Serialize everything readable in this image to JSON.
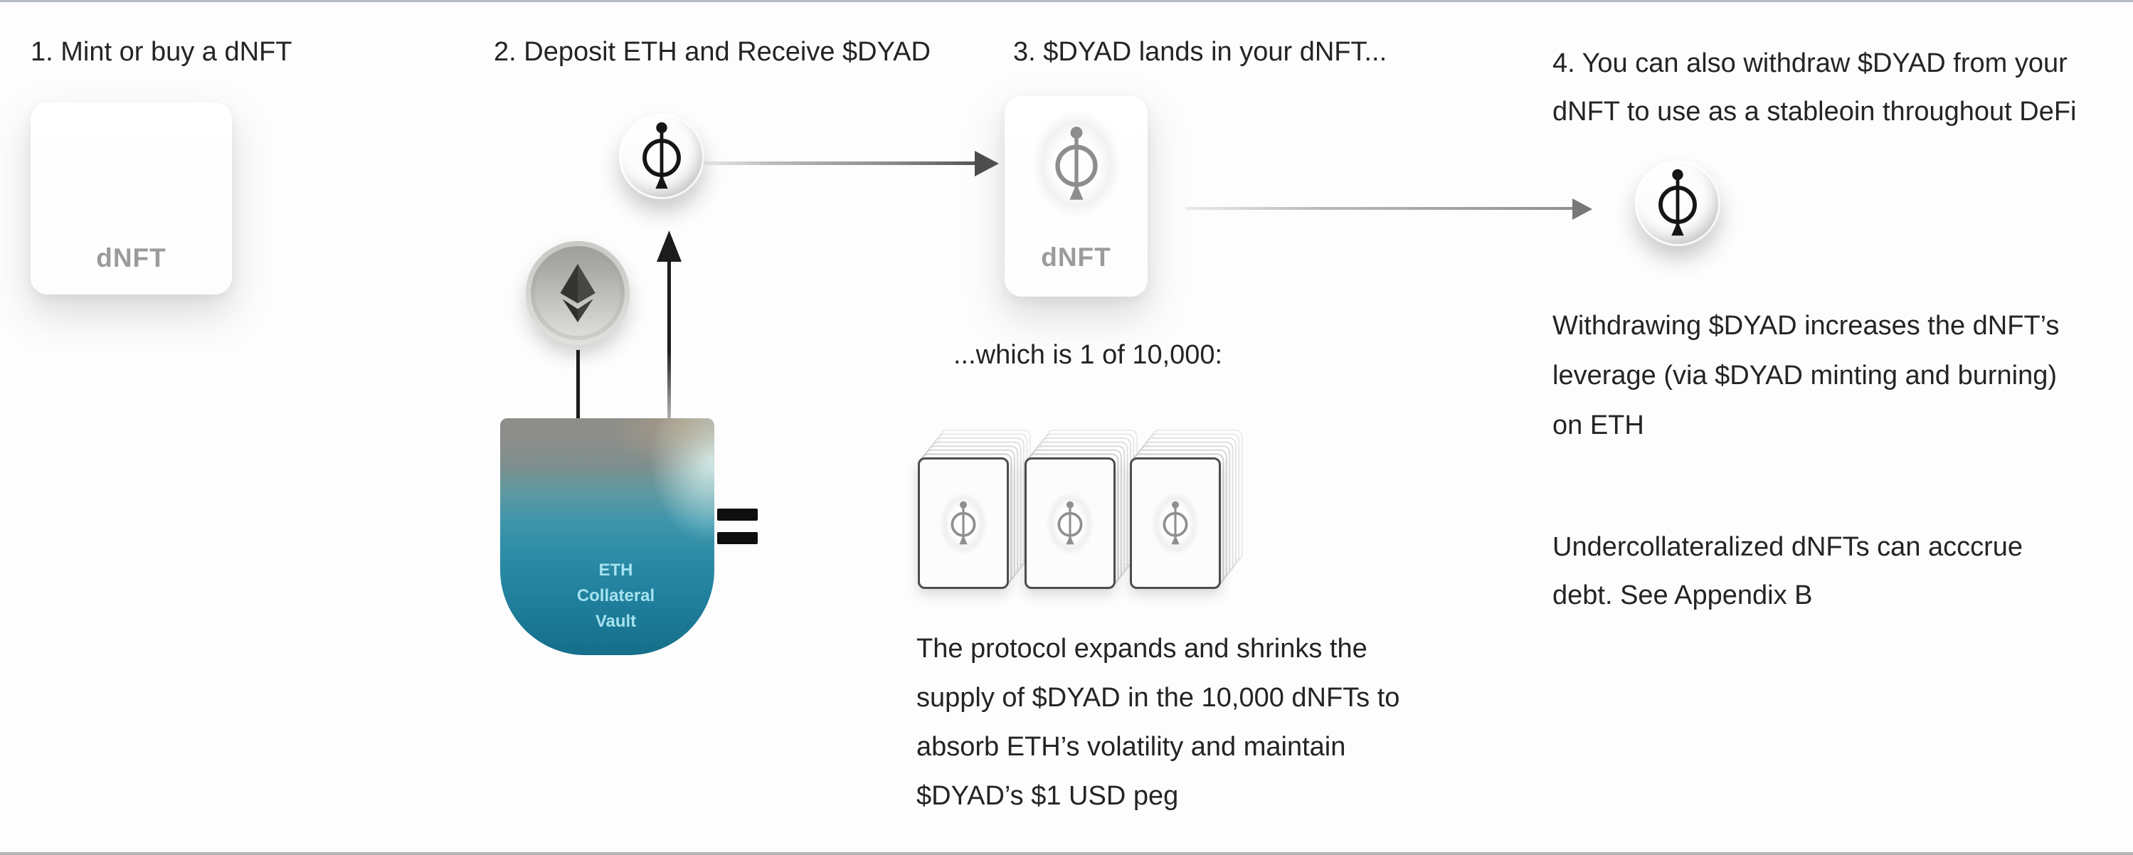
{
  "diagram": {
    "step1": {
      "title": "1. Mint or buy a dNFT",
      "card_label": "dNFT"
    },
    "step2": {
      "title": "2. Deposit ETH and Receive $DYAD",
      "vault_label_lines": [
        "ETH",
        "Collateral",
        "Vault"
      ]
    },
    "step3": {
      "title": "3. $DYAD lands in your dNFT...",
      "card_label": "dNFT",
      "count_note": "...which is 1 of 10,000:",
      "equals_sign": "=",
      "paragraph_lines": [
        "The protocol expands and shrinks the",
        "supply of $DYAD in the 10,000 dNFTs to",
        "absorb ETH’s volatility and maintain",
        "$DYAD’s $1 USD peg"
      ]
    },
    "step4": {
      "title_lines": [
        "4. You can also withdraw $DYAD from your",
        "dNFT to use as a stableoin throughout DeFi"
      ],
      "paragraph1_lines": [
        "Withdrawing $DYAD increases the dNFT’s",
        "leverage (via $DYAD minting and burning)",
        "on ETH"
      ],
      "paragraph2_lines": [
        "Undercollateralized dNFTs can acccrue",
        "debt. See Appendix B"
      ]
    },
    "icons": {
      "dyad_logo": "circle-phi-with-top-dot-and-bottom-arrow",
      "eth_logo": "ethereum-diamond",
      "arrow_right": "→",
      "arrow_up": "↑",
      "arrow_down": "↓"
    },
    "colors": {
      "vault_gray_top": "#8e8d89",
      "vault_teal_bottom": "#156e8a",
      "vault_label_text": "#a5e2f0",
      "card_label_text": "#9b9b9b",
      "body_text": "#242424"
    }
  }
}
